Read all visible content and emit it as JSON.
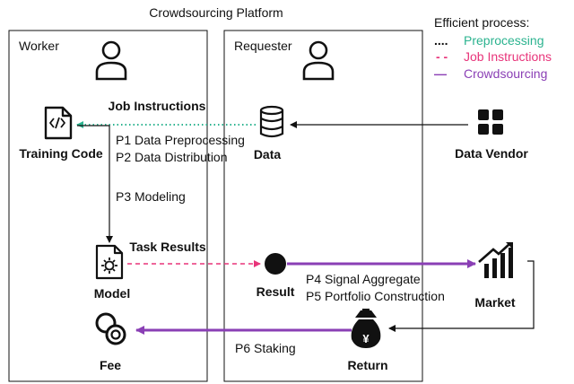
{
  "title": "Crowdsourcing Platform",
  "panels": {
    "worker": "Worker",
    "requester": "Requester"
  },
  "legend": {
    "heading": "Efficient process:",
    "items": [
      {
        "label": "Preprocessing",
        "color": "#2bb38f",
        "style": "dotted",
        "marker": "...."
      },
      {
        "label": "Job Instructions",
        "color": "#e8347a",
        "style": "dashed",
        "marker": "- -"
      },
      {
        "label": "Crowdsourcing",
        "color": "#8a3fb5",
        "style": "solid",
        "marker": "—"
      }
    ]
  },
  "nodes": {
    "job_instructions": "Job Instructions",
    "training_code": "Training Code",
    "data": "Data",
    "data_vendor": "Data Vendor",
    "model": "Model",
    "task_results": "Task Results",
    "result": "Result",
    "market": "Market",
    "fee": "Fee",
    "return": "Return"
  },
  "steps": {
    "p1": "P1 Data Preprocessing",
    "p2": "P2 Data Distribution",
    "p3": "P3 Modeling",
    "p4": "P4 Signal Aggregate",
    "p5": "P5 Portfolio Construction",
    "p6": "P6 Staking"
  },
  "icons": {
    "worker": "person-icon",
    "requester": "person-icon",
    "training_code": "code-file-icon",
    "data": "database-icon",
    "data_vendor": "grid-icon",
    "model": "gear-file-icon",
    "result": "dot-icon",
    "market": "bar-chart-icon",
    "fee": "coins-icon",
    "return": "yen-bag-icon"
  }
}
